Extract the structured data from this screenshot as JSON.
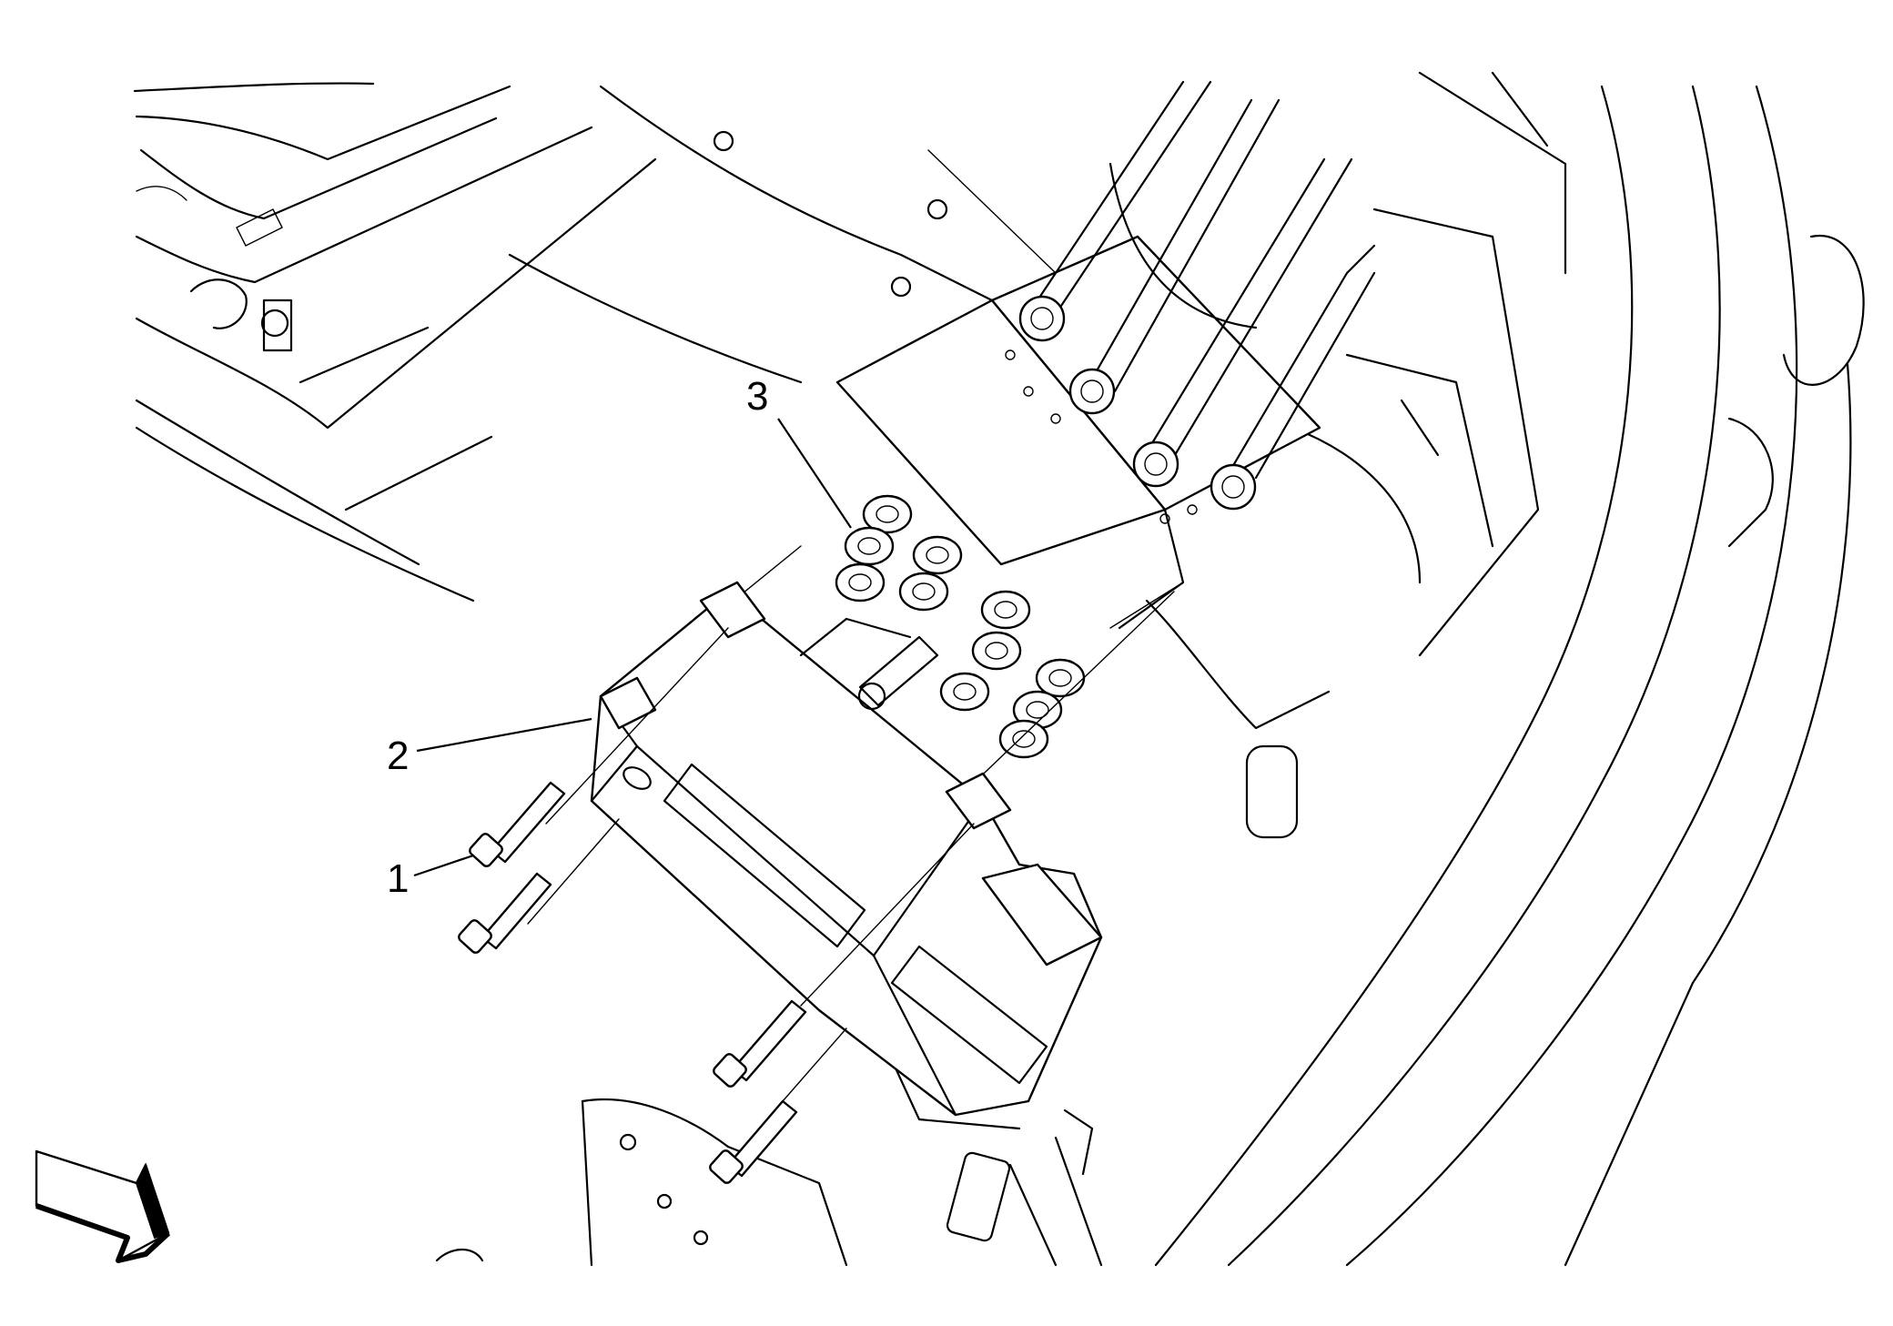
{
  "callouts": [
    {
      "id": "1",
      "label": "1"
    },
    {
      "id": "2",
      "label": "2"
    },
    {
      "id": "3",
      "label": "3"
    }
  ],
  "icons": {
    "view_arrow": "direction-arrow-icon"
  },
  "colors": {
    "line": "#000000",
    "background": "#ffffff"
  }
}
